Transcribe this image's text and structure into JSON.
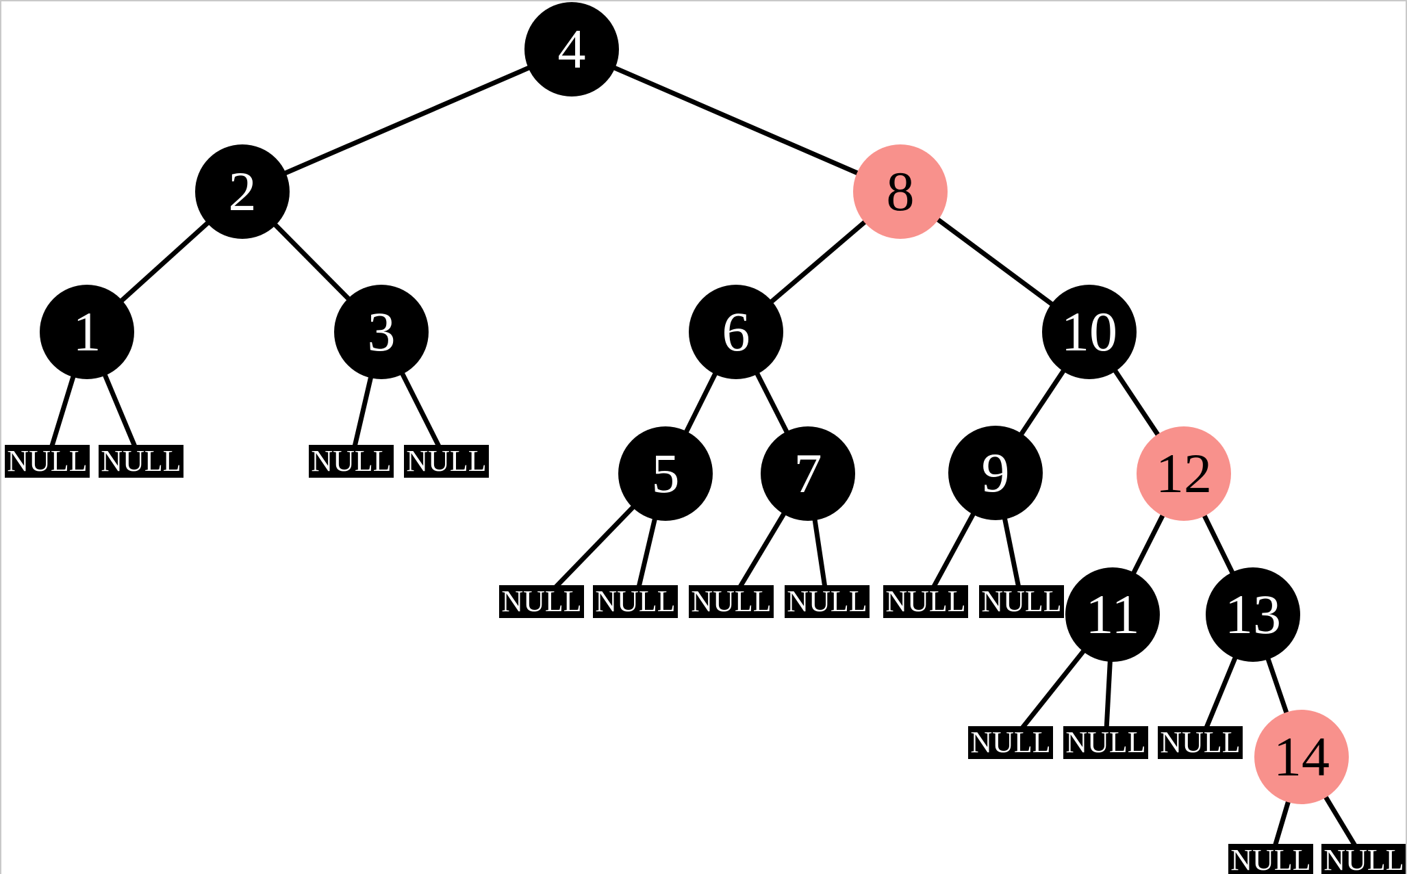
{
  "tree": {
    "kind": "red-black-tree-diagram",
    "null_label": "NULL",
    "null_count": 15,
    "colors": {
      "black_node_fill": "#000000",
      "red_node_fill": "#f8918c",
      "black_node_text": "#ffffff",
      "red_node_text": "#000000",
      "null_box_fill": "#000000",
      "null_box_text": "#ffffff",
      "edge": "#000000",
      "background": "#ffffff",
      "frame_border": "#c9c9c9"
    },
    "nodes": [
      {
        "key": "4",
        "label": "4",
        "color": "black"
      },
      {
        "key": "2",
        "label": "2",
        "color": "black"
      },
      {
        "key": "8",
        "label": "8",
        "color": "red"
      },
      {
        "key": "1",
        "label": "1",
        "color": "black"
      },
      {
        "key": "3",
        "label": "3",
        "color": "black"
      },
      {
        "key": "6",
        "label": "6",
        "color": "black"
      },
      {
        "key": "10",
        "label": "10",
        "color": "black"
      },
      {
        "key": "5",
        "label": "5",
        "color": "black"
      },
      {
        "key": "7",
        "label": "7",
        "color": "black"
      },
      {
        "key": "9",
        "label": "9",
        "color": "black"
      },
      {
        "key": "12",
        "label": "12",
        "color": "red"
      },
      {
        "key": "11",
        "label": "11",
        "color": "black"
      },
      {
        "key": "13",
        "label": "13",
        "color": "black"
      },
      {
        "key": "14",
        "label": "14",
        "color": "red"
      }
    ],
    "edges": [
      [
        "4",
        "2"
      ],
      [
        "4",
        "8"
      ],
      [
        "2",
        "1"
      ],
      [
        "2",
        "3"
      ],
      [
        "8",
        "6"
      ],
      [
        "8",
        "10"
      ],
      [
        "6",
        "5"
      ],
      [
        "6",
        "7"
      ],
      [
        "10",
        "9"
      ],
      [
        "10",
        "12"
      ],
      [
        "12",
        "11"
      ],
      [
        "12",
        "13"
      ],
      [
        "13",
        "14"
      ]
    ],
    "null_leaves": [
      {
        "parent": "1",
        "side": "left"
      },
      {
        "parent": "1",
        "side": "right"
      },
      {
        "parent": "3",
        "side": "left"
      },
      {
        "parent": "3",
        "side": "right"
      },
      {
        "parent": "5",
        "side": "left"
      },
      {
        "parent": "5",
        "side": "right"
      },
      {
        "parent": "7",
        "side": "left"
      },
      {
        "parent": "7",
        "side": "right"
      },
      {
        "parent": "9",
        "side": "left"
      },
      {
        "parent": "9",
        "side": "right"
      },
      {
        "parent": "11",
        "side": "left"
      },
      {
        "parent": "11",
        "side": "right"
      },
      {
        "parent": "13",
        "side": "left"
      },
      {
        "parent": "14",
        "side": "left"
      },
      {
        "parent": "14",
        "side": "right"
      }
    ]
  }
}
